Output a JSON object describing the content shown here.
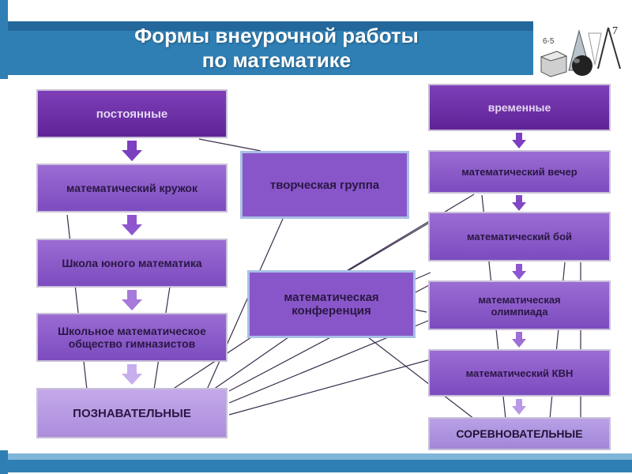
{
  "slide": {
    "title_line1": "Формы внеурочной работы",
    "title_line2": "по математике"
  },
  "left_column": {
    "header": "постоянные",
    "items": [
      "математический кружок",
      "Школа юного математика"
    ],
    "item3_line1": "Школьное математическое",
    "item3_line2": "общество гимназистов",
    "bottom": "ПОЗНАВАТЕЛЬНЫЕ"
  },
  "center": {
    "creative": "творческая группа",
    "conference_line1": "математическая",
    "conference_line2": "конференция"
  },
  "right_column": {
    "header": "временные",
    "items": [
      "математический вечер",
      "математический бой"
    ],
    "item3_line1": "математическая",
    "item3_line2": "олимпиада",
    "item4": "математический КВН",
    "bottom": "СОРЕВНОВАТЕЛЬНЫЕ"
  },
  "logo": {
    "icon": "math-geometry-icon",
    "text_1": "6-5",
    "text_2": "7"
  },
  "colors": {
    "header_band": "#2f7fb5",
    "dark_box": "#6a2ea6",
    "mid_box": "#8a5cc9",
    "light_box": "#b79be4",
    "arrow": "#7b3fc0"
  }
}
